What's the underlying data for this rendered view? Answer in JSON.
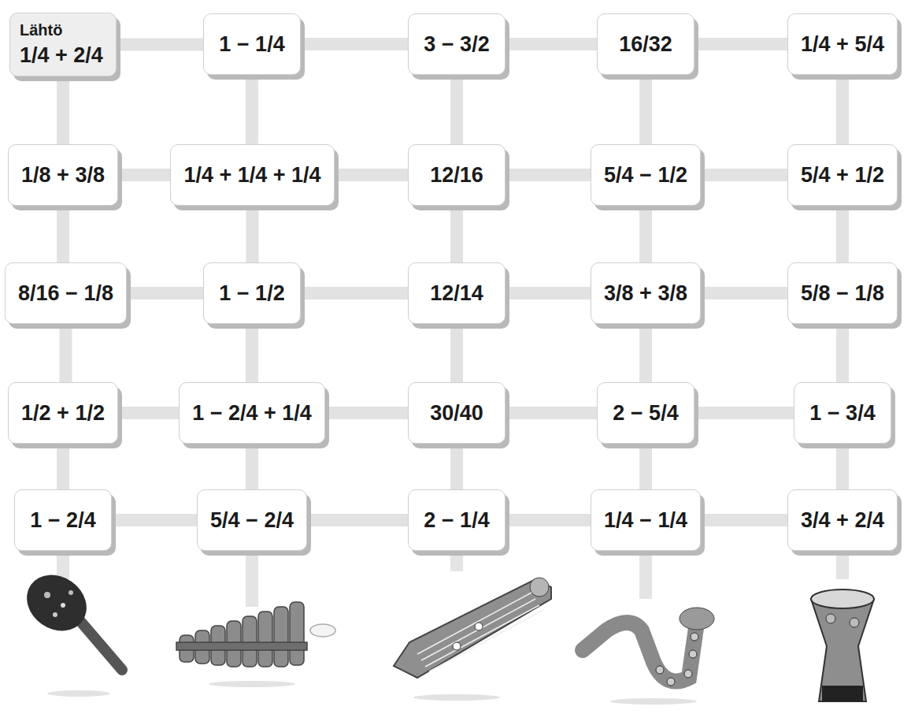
{
  "diagram": {
    "nodes": [
      {
        "text": [
          "Lähtö",
          "1/4 + 2/4"
        ]
      },
      {
        "text": [
          "1 − 1/4"
        ]
      },
      {
        "text": [
          "3 − 3/2"
        ]
      },
      {
        "text": [
          "16/32"
        ]
      },
      {
        "text": [
          "1/4 + 5/4"
        ]
      },
      {
        "text": [
          "1/8 + 3/8"
        ]
      },
      {
        "text": [
          "1/4 + 1/4 + 1/4"
        ]
      },
      {
        "text": [
          "12/16"
        ]
      },
      {
        "text": [
          "5/4 − 1/2"
        ]
      },
      {
        "text": [
          "5/4 + 1/2"
        ]
      },
      {
        "text": [
          "8/16 − 1/8"
        ]
      },
      {
        "text": [
          "1 − 1/2"
        ]
      },
      {
        "text": [
          "12/14"
        ]
      },
      {
        "text": [
          "3/8 + 3/8"
        ]
      },
      {
        "text": [
          "5/8 − 1/8"
        ]
      },
      {
        "text": [
          "1/2 + 1/2"
        ]
      },
      {
        "text": [
          "1 − 2/4 + 1/4"
        ]
      },
      {
        "text": [
          "30/40"
        ]
      },
      {
        "text": [
          "2 − 5/4"
        ]
      },
      {
        "text": [
          "1 − 3/4"
        ]
      },
      {
        "text": [
          "1 − 2/4"
        ]
      },
      {
        "text": [
          "5/4 − 2/4"
        ]
      },
      {
        "text": [
          "2 − 1/4"
        ]
      },
      {
        "text": [
          "1/4 − 1/4"
        ]
      },
      {
        "text": [
          "3/4 + 2/4"
        ]
      }
    ],
    "edges": [
      {
        "from": 0,
        "to": 1,
        "arrow": "none"
      },
      {
        "from": 1,
        "to": 2,
        "arrow": "none"
      },
      {
        "from": 2,
        "to": 3,
        "arrow": "none"
      },
      {
        "from": 3,
        "to": 4,
        "arrow": "none"
      },
      {
        "from": 0,
        "to": 5,
        "arrow": "none"
      },
      {
        "from": 1,
        "to": 6,
        "arrow": "none"
      },
      {
        "from": 2,
        "to": 7,
        "arrow": "none"
      },
      {
        "from": 3,
        "to": 8,
        "arrow": "none"
      },
      {
        "from": 4,
        "to": 9,
        "arrow": "none"
      },
      {
        "from": 5,
        "to": 6,
        "arrow": "none"
      },
      {
        "from": 6,
        "to": 7,
        "arrow": "none"
      },
      {
        "from": 7,
        "to": 8,
        "arrow": "none"
      },
      {
        "from": 8,
        "to": 9,
        "arrow": "none"
      },
      {
        "from": 5,
        "to": 10,
        "arrow": "none"
      },
      {
        "from": 6,
        "to": 11,
        "arrow": "none"
      },
      {
        "from": 7,
        "to": 12,
        "arrow": "none"
      },
      {
        "from": 8,
        "to": 13,
        "arrow": "none"
      },
      {
        "from": 9,
        "to": 14,
        "arrow": "none"
      },
      {
        "from": 10,
        "to": 11,
        "arrow": "none"
      },
      {
        "from": 11,
        "to": 12,
        "arrow": "none"
      },
      {
        "from": 12,
        "to": 13,
        "arrow": "none"
      },
      {
        "from": 13,
        "to": 14,
        "arrow": "none"
      },
      {
        "from": 10,
        "to": 15,
        "arrow": "none"
      },
      {
        "from": 11,
        "to": 16,
        "arrow": "none"
      },
      {
        "from": 12,
        "to": 17,
        "arrow": "none"
      },
      {
        "from": 13,
        "to": 18,
        "arrow": "none"
      },
      {
        "from": 14,
        "to": 19,
        "arrow": "none"
      },
      {
        "from": 15,
        "to": 16,
        "arrow": "none"
      },
      {
        "from": 16,
        "to": 17,
        "arrow": "none"
      },
      {
        "from": 17,
        "to": 18,
        "arrow": "none"
      },
      {
        "from": 18,
        "to": 19,
        "arrow": "none"
      },
      {
        "from": 15,
        "to": 20,
        "arrow": "none"
      },
      {
        "from": 16,
        "to": 21,
        "arrow": "none"
      },
      {
        "from": 17,
        "to": 22,
        "arrow": "none"
      },
      {
        "from": 18,
        "to": 23,
        "arrow": "none"
      },
      {
        "from": 19,
        "to": 24,
        "arrow": "none"
      },
      {
        "from": 20,
        "to": 21,
        "arrow": "none"
      },
      {
        "from": 21,
        "to": 22,
        "arrow": "none"
      },
      {
        "from": 22,
        "to": 23,
        "arrow": "none"
      },
      {
        "from": 23,
        "to": 24,
        "arrow": "none"
      }
    ]
  }
}
